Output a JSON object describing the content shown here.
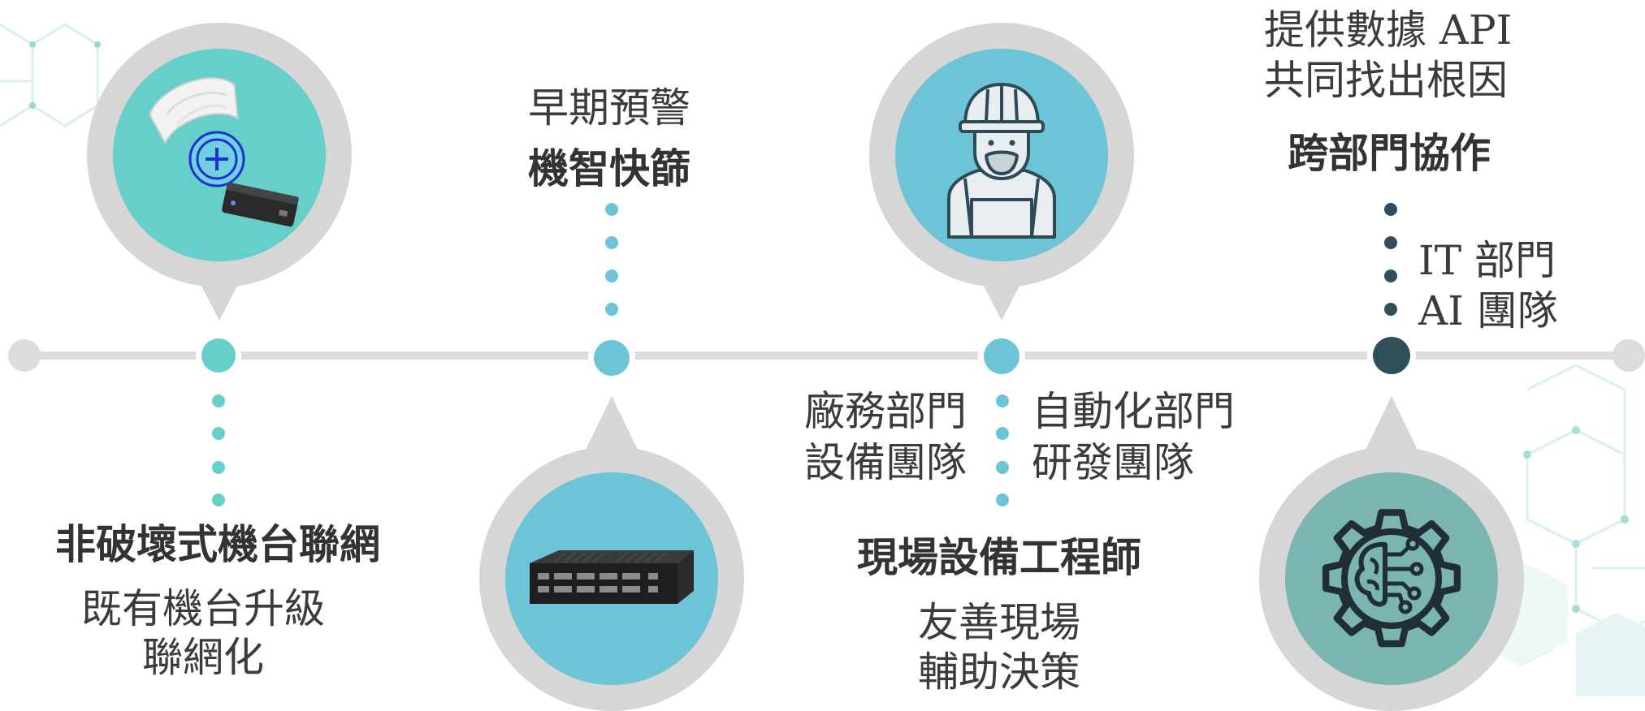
{
  "colors": {
    "line": "#dcdcdc",
    "pin_gray": "#d6d6d6",
    "teal": "#67cfc9",
    "sky": "#6cc4d6",
    "slate": "#2f4f5b",
    "muted_teal": "#7ab5b2",
    "text": "#3f3f3f"
  },
  "milestones": [
    {
      "icon": "device-connection-icon",
      "title": "非破壞式機台聯網",
      "lines": [
        "既有機台升級",
        "聯網化"
      ]
    },
    {
      "icon": "industrial-pc-icon",
      "subtitle": "早期預警",
      "title": "機智快篩"
    },
    {
      "icon": "engineer-icon",
      "left_list": [
        "廠務部門",
        "設備團隊"
      ],
      "right_list": [
        "自動化部門",
        "研發團隊"
      ],
      "title": "現場設備工程師",
      "lines": [
        "友善現場",
        "輔助決策"
      ]
    },
    {
      "icon": "ai-gear-icon",
      "top_lines": [
        "提供數據 API",
        "共同找出根因"
      ],
      "title": "跨部門協作",
      "list": [
        "IT 部門",
        "AI 團隊"
      ]
    }
  ]
}
